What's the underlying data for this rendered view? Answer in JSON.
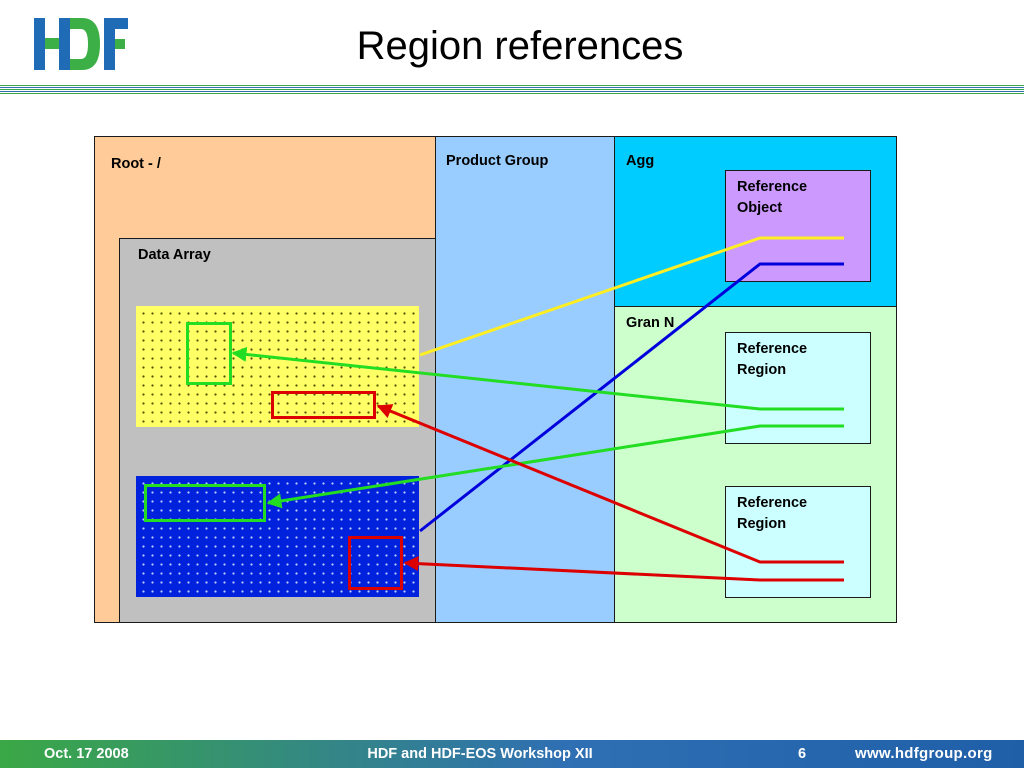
{
  "header": {
    "logo_text": "HDF",
    "title": "Region references"
  },
  "diagram": {
    "root_label": "Root - /",
    "product_group_label": "Product Group",
    "agg_label": "Agg",
    "gran_label": "Gran N",
    "data_array_label": "Data Array",
    "reference_object_label": "Reference\nObject",
    "reference_region_1_label": "Reference\nRegion",
    "reference_region_2_label": "Reference\nRegion"
  },
  "footer": {
    "date": "Oct. 17 2008",
    "event": "HDF and HDF-EOS Workshop XII",
    "page": "6",
    "url": "www.hdfgroup.org"
  },
  "colors": {
    "logo_blue": "#1f6bb5",
    "logo_green": "#3cb046",
    "divider_green": "#3aa845",
    "divider_blue": "#2f6fb3",
    "root_fill": "#ffcc99",
    "product_fill": "#99ccff",
    "agg_fill": "#00ccff",
    "gran_fill": "#ccffcc",
    "data_array_fill": "#c0c0c0",
    "raster_yellow": "#ffff66",
    "raster_blue": "#0022dd",
    "reference_object_fill": "#cc99ff",
    "reference_region_fill": "#ccffff",
    "line_yellow": "#ffee22",
    "line_blue": "#0000dd",
    "line_green": "#22dd22",
    "line_red": "#dd0000",
    "footer_start": "#3aa845",
    "footer_mid": "#2f6fb3",
    "footer_end": "#1f5fa8"
  }
}
